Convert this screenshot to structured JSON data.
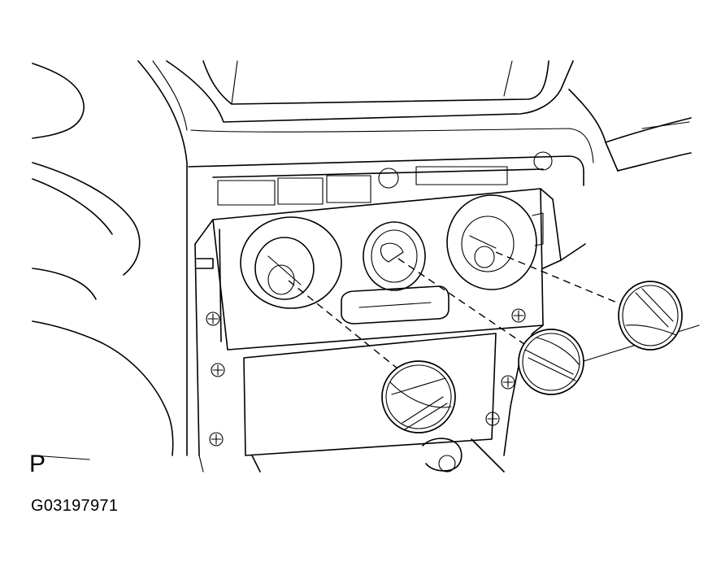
{
  "figure": {
    "view_letter": "P",
    "code": "G03197971"
  },
  "parts": {
    "knob_left_icon": "hvac-control-knob",
    "knob_center_icon": "hvac-control-knob",
    "knob_right_icon": "hvac-control-knob",
    "console_icon": "center-console-panel"
  }
}
